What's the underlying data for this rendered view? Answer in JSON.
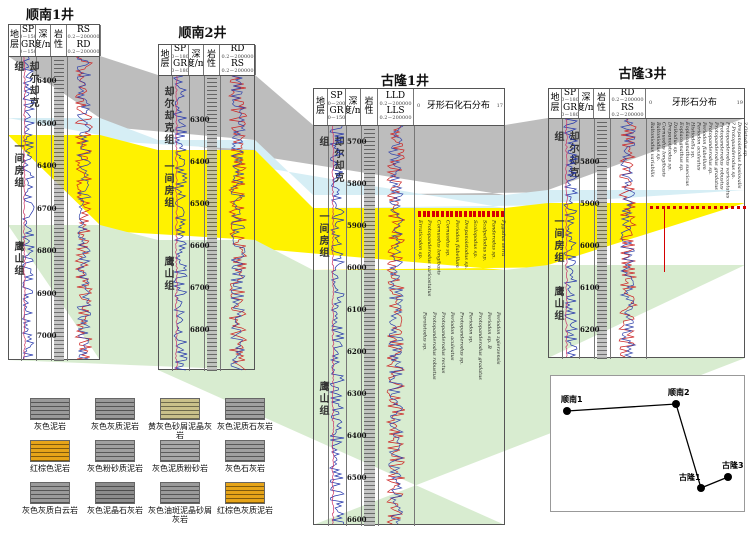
{
  "colors": {
    "gray": "#bdbdbd",
    "blue": "#d6eef5",
    "yellow": "#fff200",
    "green": "#d8ecd0",
    "red": "#d40000"
  },
  "wells": [
    {
      "id": "sn1",
      "title": "顺南1井",
      "col_strata": "地层",
      "col_log1_top": "SP",
      "col_log1_top_range": "0－150",
      "col_log1_bot": "GR",
      "col_log1_bot_range": "0－150",
      "col_depth": "深度/m",
      "col_lith": "岩性",
      "col_res_top": "RS",
      "col_res_top_range": "0.2－200000",
      "col_res_bot": "RD",
      "col_res_bot_range": "0.2－200000",
      "depths": [
        "6400",
        "6500",
        "6400",
        "6700",
        "6800",
        "6900",
        "7000"
      ],
      "formations": [
        "却尔却克组",
        "一间房组",
        "鹰山组"
      ]
    },
    {
      "id": "sn2",
      "title": "顺南2井",
      "col_strata": "地层",
      "col_log1_top": "SP",
      "col_log1_top_range": "0－180",
      "col_log1_bot": "GR",
      "col_log1_bot_range": "0－180",
      "col_depth": "深度/m",
      "col_lith": "岩性",
      "col_res_top": "RD",
      "col_res_top_range": "0.2－200000",
      "col_res_bot": "RS",
      "col_res_bot_range": "0.2－200000",
      "depths": [
        "6300",
        "6400",
        "6500",
        "6600",
        "6700",
        "6800"
      ],
      "formations": [
        "却尔却克组",
        "一间房组",
        "鹰山组"
      ]
    },
    {
      "id": "gl1",
      "title": "古隆1井",
      "col_strata": "地层",
      "col_log1_top": "SP",
      "col_log1_top_range": "0－200",
      "col_log1_bot": "GR",
      "col_log1_bot_range": "0－150",
      "col_depth": "深度/m",
      "col_lith": "岩性",
      "col_res_top": "LLD",
      "col_res_top_range": "0.2－200000",
      "col_res_bot": "LLS",
      "col_res_bot_range": "0.2－200000",
      "col_fossil": "牙形石化石分布",
      "fossil_min": "0",
      "fossil_max": "17",
      "depths": [
        "5700",
        "5800",
        "5900",
        "6000",
        "6100",
        "6200",
        "6300",
        "6400",
        "6500",
        "6600"
      ],
      "formations": [
        "却尔却克组",
        "一间房组",
        "鹰山组"
      ],
      "fossils": [
        "Erraticodon sp.",
        "Paroistodus sp.",
        "Protopanderodus varicostatus",
        "Protopanderodus robustus",
        "Cornuodus longibasis",
        "Protopanderodus rectus",
        "Cornuodus sp.",
        "Periodon aculeatus",
        "Periodon flabellum",
        "Protopanderodus sp.",
        "Drepanoistodus sp.",
        "Periodon sp.",
        "Scolopodus sp.",
        "Protopanderodus gradatus",
        "Scalpellodus sp.",
        "Periodon sp. B",
        "Panderodus sp.",
        "Periodon zgierzensis",
        "Pygodus serra"
      ]
    },
    {
      "id": "gl3",
      "title": "古隆3井",
      "col_strata": "地层",
      "col_log1_top": "SP",
      "col_log1_top_range": "0－180",
      "col_log1_bot": "GR",
      "col_log1_bot_range": "0－180",
      "col_depth": "深度/m",
      "col_lith": "岩性",
      "col_res_top": "RD",
      "col_res_top_range": "0.2－200000",
      "col_res_bot": "RS",
      "col_res_bot_range": "0.2－200000",
      "col_fossil": "牙形石分布",
      "fossil_min": "0",
      "fossil_max": "19",
      "depths": [
        "5800",
        "5900",
        "6000",
        "6100",
        "6200"
      ],
      "formations": [
        "却尔却克组",
        "一间房组",
        "鹰山组"
      ],
      "fossils": [
        "Baltoniodus variabilis",
        "Baltoniodus sp.",
        "Cornuodus longibasis",
        "Drepanoistodus sp.",
        "Dzikodus sp.",
        "Eoplacognathus sp.",
        "Eoplacognathus suecicus",
        "Histiodella sp.",
        "Periodon aculeatus",
        "Periodon flabellum",
        "Protopanderodus sp.",
        "Protopanderodus gradatus",
        "Protopanderodus robustus",
        "Protopanderodus varicostatus",
        "? Protopanderodus sp.",
        "Drepanoistodus basiovalis",
        "? Oistodus sp."
      ]
    }
  ],
  "legend": [
    {
      "label": "灰色泥岩",
      "color": "#9a9a9a"
    },
    {
      "label": "灰色灰质泥岩",
      "color": "#9a9a9a"
    },
    {
      "label": "黄灰色砂屑泥晶灰岩",
      "color": "#c9c08a"
    },
    {
      "label": "灰色泥质石灰岩",
      "color": "#a0a0a0"
    },
    {
      "label": "红棕色泥岩",
      "color": "#e6a419"
    },
    {
      "label": "灰色粉砂质泥岩",
      "color": "#a0a0a0"
    },
    {
      "label": "灰色泥质粉砂岩",
      "color": "#a8a8a8"
    },
    {
      "label": "灰色石灰岩",
      "color": "#a0a0a0"
    },
    {
      "label": "灰色灰质白云岩",
      "color": "#9a9a9a"
    },
    {
      "label": "灰色泥晶石灰岩",
      "color": "#8c8c8c"
    },
    {
      "label": "灰色油斑泥晶砂屑灰岩",
      "color": "#9a9a9a"
    },
    {
      "label": "红棕色灰质泥岩",
      "color": "#e6a419"
    }
  ],
  "map": {
    "points": [
      {
        "label": "顺南1"
      },
      {
        "label": "顺南2"
      },
      {
        "label": "古隆1"
      },
      {
        "label": "古隆3"
      }
    ]
  }
}
